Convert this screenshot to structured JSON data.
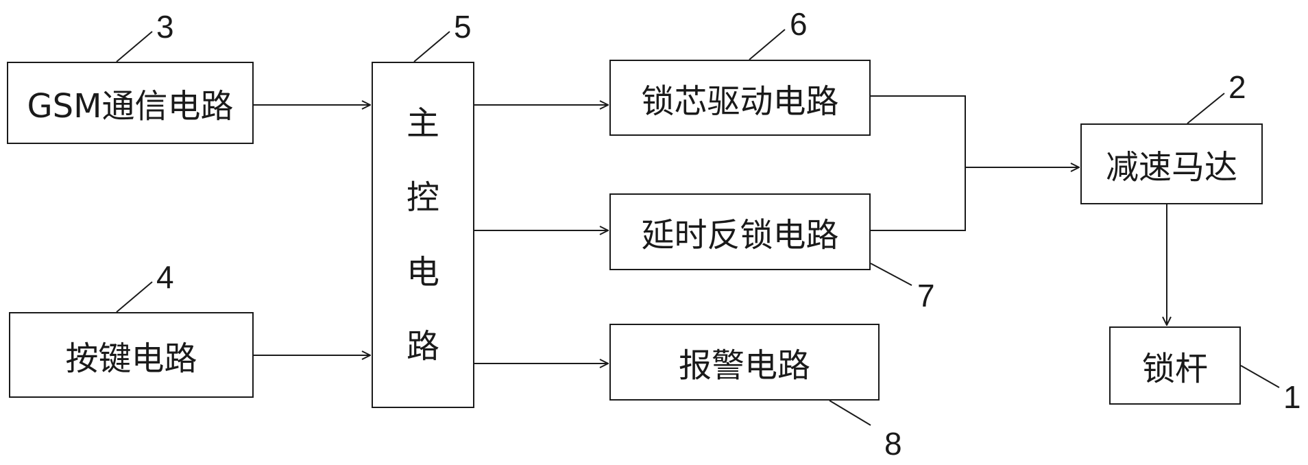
{
  "blocks": {
    "gsm": "GSM通信电路",
    "keypad": "按键电路",
    "main_control": [
      "主",
      "控",
      "电",
      "路"
    ],
    "lock_core_driver": "锁芯驱动电路",
    "delay_relock": "延时反锁电路",
    "alarm": "报警电路",
    "gear_motor": "减速马达",
    "lock_bolt": "锁杆"
  },
  "labels": {
    "lock_bolt": "1",
    "gear_motor": "2",
    "gsm": "3",
    "keypad": "4",
    "main_control": "5",
    "lock_core_driver": "6",
    "delay_relock": "7",
    "alarm": "8"
  }
}
